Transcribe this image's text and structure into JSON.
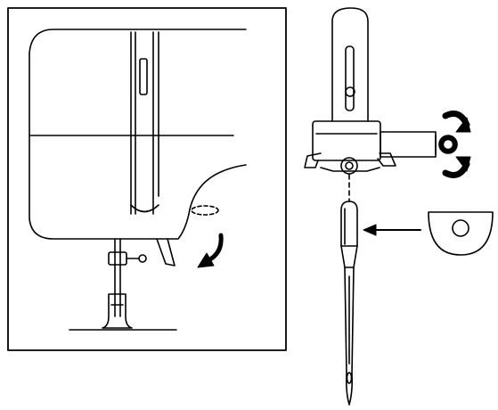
{
  "figure": {
    "panels": [
      {
        "id": "machine-side-view",
        "components": [
          "machine-head",
          "presser-foot-lever",
          "needle-bar",
          "needle-clamp-screw",
          "presser-foot",
          "handwheel-rotation-arrow"
        ]
      },
      {
        "id": "needle-insertion-detail",
        "components": [
          "needle-bar",
          "needle-clamp",
          "needle-clamp-screw",
          "clamp-screw-rotation-arrows",
          "needle",
          "flat-side-insertion-arrow",
          "needle-shank-cross-section"
        ]
      }
    ],
    "colors": {
      "line": "#000000",
      "background": "#ffffff"
    },
    "icons": [
      "rotate-arrow-icon",
      "rotate-arrows-icon",
      "insert-arrow-icon"
    ]
  }
}
